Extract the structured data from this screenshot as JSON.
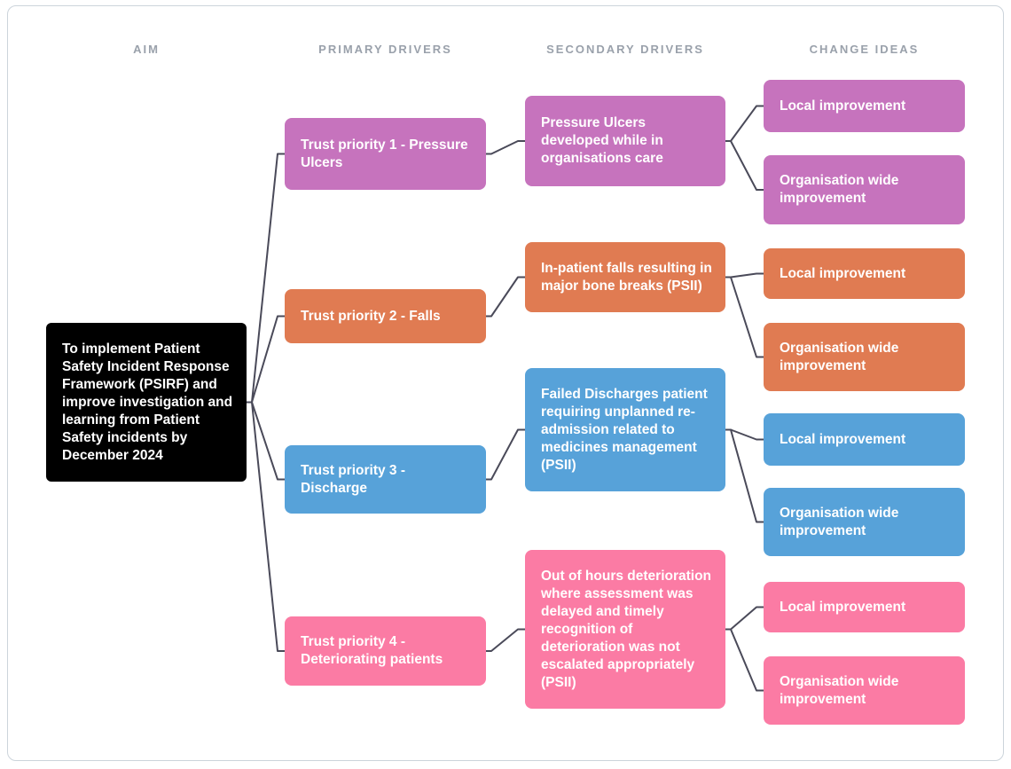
{
  "colors": {
    "aim_bg": "#000000",
    "purple": "#c673bd",
    "orange": "#e07b52",
    "blue": "#57a2d9",
    "pink": "#fb7ba4",
    "node_text": "#ffffff",
    "connector": "#4a4a59",
    "header_text": "#9aa1ab",
    "card_border": "#ccd4db"
  },
  "headers": [
    "AIM",
    "PRIMARY DRIVERS",
    "SECONDARY DRIVERS",
    "CHANGE IDEAS"
  ],
  "aim": {
    "text": "To implement Patient Safety Incident Response Framework (PSIRF) and improve investigation and learning from Patient Safety incidents by December 2024"
  },
  "groups": [
    {
      "name": "pressure-ulcers",
      "color": "#c673bd",
      "primary": {
        "text": "Trust priority 1 - Pressure Ulcers"
      },
      "secondary": {
        "text": "Pressure Ulcers developed while in organisations care"
      },
      "change_ideas": [
        {
          "text": "Local improvement"
        },
        {
          "text": "Organisation wide improvement"
        }
      ]
    },
    {
      "name": "falls",
      "color": "#e07b52",
      "primary": {
        "text": "Trust priority 2 - Falls"
      },
      "secondary": {
        "text": "In-patient falls resulting in major bone breaks (PSII)"
      },
      "change_ideas": [
        {
          "text": "Local improvement"
        },
        {
          "text": "Organisation wide improvement"
        }
      ]
    },
    {
      "name": "discharge",
      "color": "#57a2d9",
      "primary": {
        "text": "Trust priority 3 - Discharge"
      },
      "secondary": {
        "text": "Failed Discharges patient requiring unplanned re-admission related to medicines management (PSII)"
      },
      "change_ideas": [
        {
          "text": "Local improvement"
        },
        {
          "text": "Organisation wide improvement"
        }
      ]
    },
    {
      "name": "deteriorating-patients",
      "color": "#fb7ba4",
      "primary": {
        "text": "Trust priority 4 - Deteriorating patients"
      },
      "secondary": {
        "text": "Out of hours deterioration where assessment was delayed and timely recognition of deterioration was not escalated appropriately (PSII)"
      },
      "change_ideas": [
        {
          "text": "Local improvement"
        },
        {
          "text": "Organisation wide improvement"
        }
      ]
    }
  ],
  "edges": [
    "aim>p1",
    "aim>p2",
    "aim>p3",
    "aim>p4",
    "p1>s1",
    "p2>s2",
    "p3>s3",
    "p4>s4",
    "s1>c1a",
    "s1>c1b",
    "s2>c2a",
    "s2>c2b",
    "s3>c3a",
    "s3>c3b",
    "s4>c4a",
    "s4>c4b"
  ]
}
